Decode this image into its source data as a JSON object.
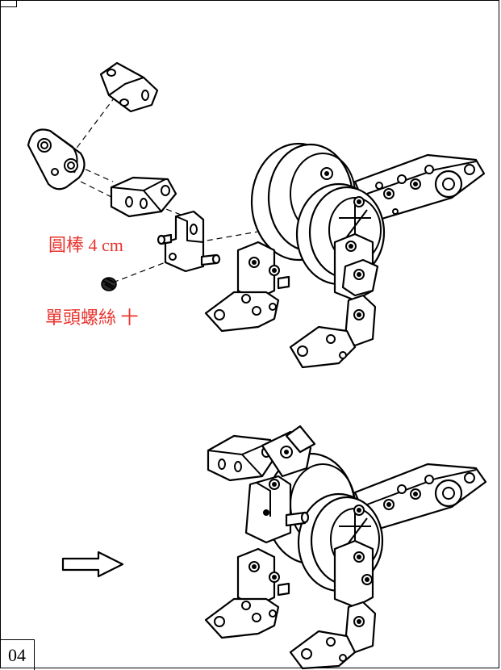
{
  "step": {
    "number": "04"
  },
  "parts": {
    "rod_label": "圓棒 4 cm",
    "screw_label": "單頭螺絲 十"
  },
  "colors": {
    "label": "#e8352f",
    "line": "#000000",
    "background": "#ffffff"
  },
  "icons": {
    "next_step": "right-arrow-icon"
  }
}
